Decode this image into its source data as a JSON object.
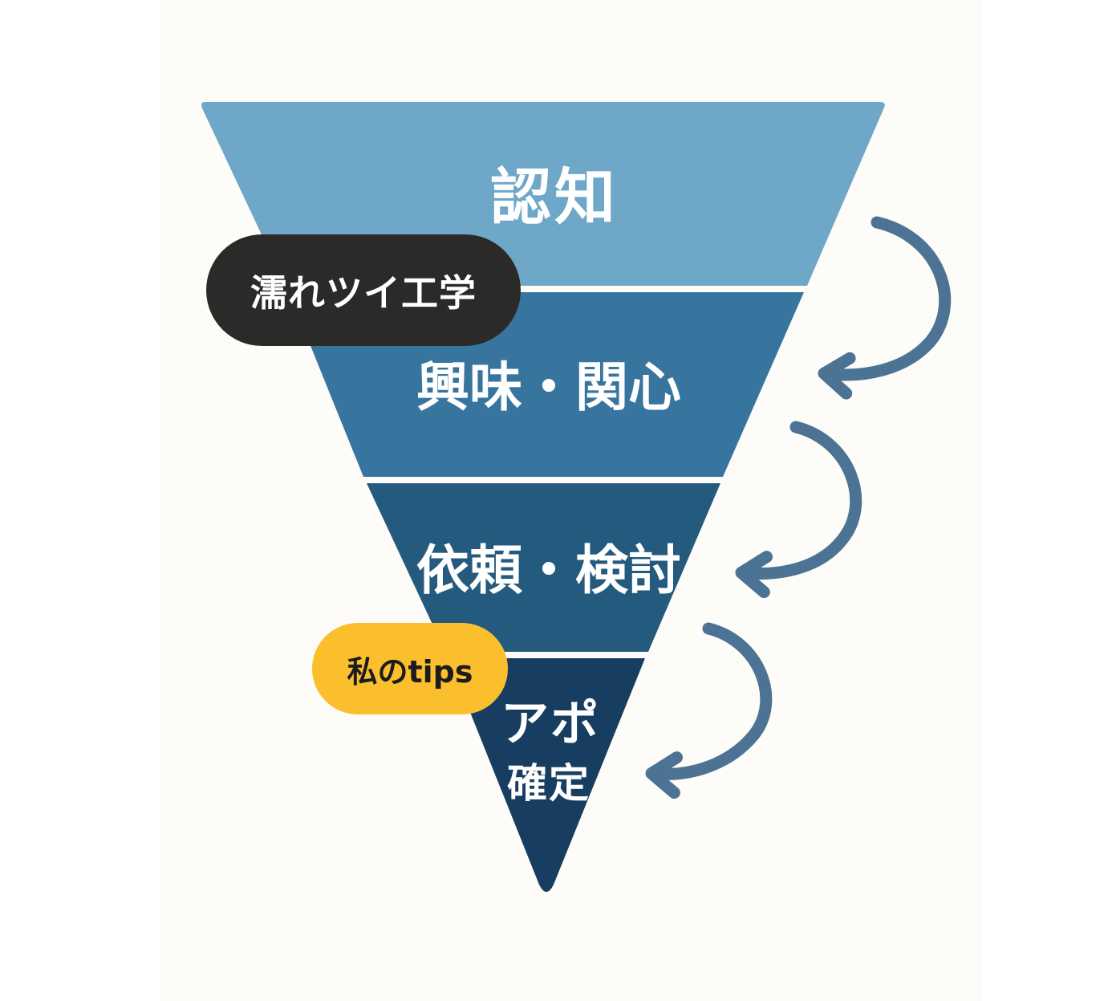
{
  "colors": {
    "background": "#fdfcf8",
    "stage_1": "#6fa7c9",
    "stage_2": "#37759f",
    "stage_3": "#245a7e",
    "stage_4": "#173e60",
    "arrow": "#4c7394",
    "pill_dark": "#2b2a29",
    "pill_yellow": "#fbbf2e"
  },
  "funnel": {
    "stages": [
      {
        "label": "認知"
      },
      {
        "label": "興味・関心"
      },
      {
        "label": "依頼・検討"
      },
      {
        "label_line1": "アポ",
        "label_line2": "確定"
      }
    ],
    "arrows": [
      {
        "icon": "curved-arrow-icon"
      },
      {
        "icon": "curved-arrow-icon"
      },
      {
        "icon": "curved-arrow-icon"
      }
    ]
  },
  "badges": {
    "brand": "濡れツイ工学",
    "tips": "私のtips"
  }
}
